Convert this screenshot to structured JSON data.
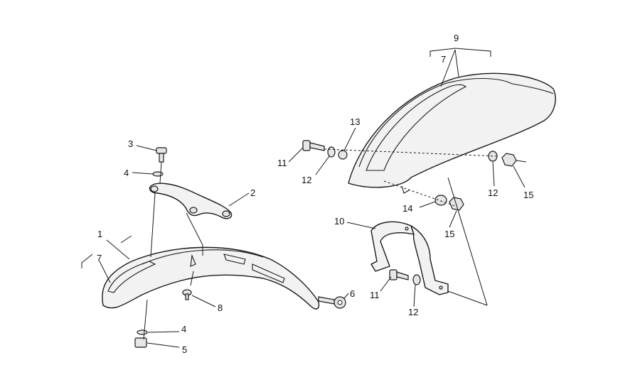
{
  "callouts": {
    "c1": "1",
    "c2": "2",
    "c3": "3",
    "c4a": "4",
    "c4b": "4",
    "c5": "5",
    "c6": "6",
    "c7a": "7",
    "c7b": "7",
    "c8": "8",
    "c9": "9",
    "c10": "10",
    "c11a": "11",
    "c11b": "11",
    "c12a": "12",
    "c12b": "12",
    "c12c": "12",
    "c13": "13",
    "c14": "14",
    "c15a": "15",
    "c15b": "15"
  },
  "colors": {
    "line": "#1a1a1a",
    "fill": "#f2f2f2",
    "background": "#ffffff"
  }
}
